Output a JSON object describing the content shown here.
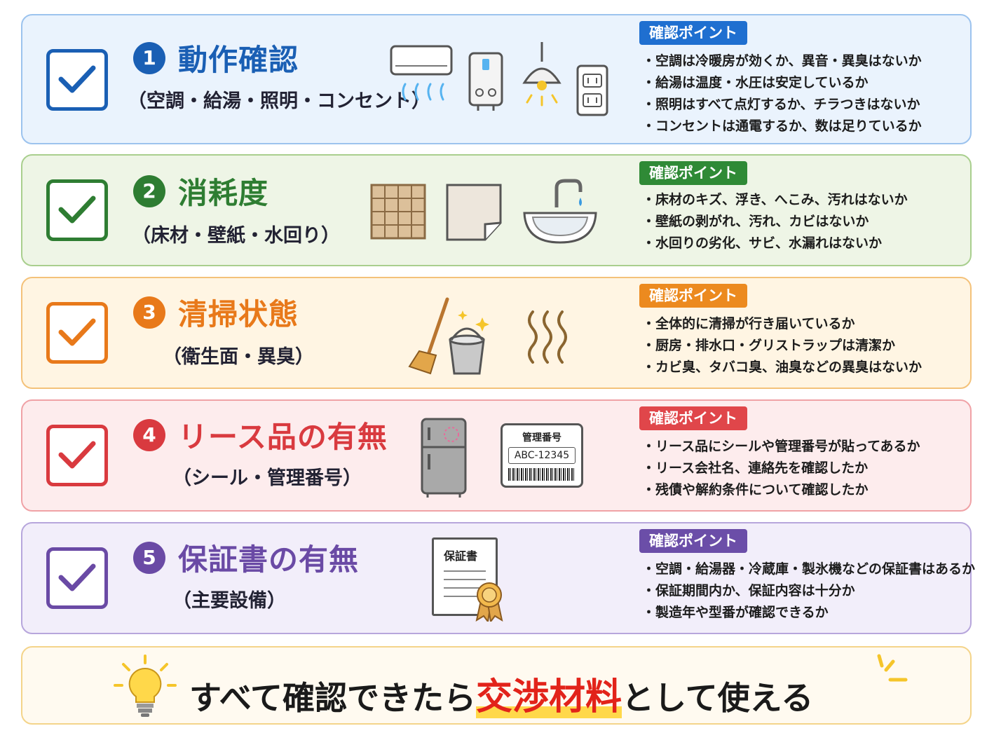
{
  "badge_label": "確認ポイント",
  "sections": [
    {
      "number": "1",
      "title": "動作確認",
      "subtitle": "（空調・給湯・照明・コンセント）",
      "color": "#1a5fb4",
      "badge_color": "#1f6fd0",
      "icons": [
        "air-conditioner-icon",
        "water-heater-icon",
        "ceiling-lamp-icon",
        "outlet-icon"
      ],
      "points": [
        "空調は冷暖房が効くか、異音・異臭はないか",
        "給湯は温度・水圧は安定しているか",
        "照明はすべて点灯するか、チラつきはないか",
        "コンセントは通電するか、数は足りているか"
      ]
    },
    {
      "number": "2",
      "title": "消耗度",
      "subtitle": "（床材・壁紙・水回り）",
      "color": "#2e7d32",
      "badge_color": "#2f8a36",
      "icons": [
        "floor-tile-icon",
        "wallpaper-icon",
        "sink-icon"
      ],
      "points": [
        "床材のキズ、浮き、へこみ、汚れはないか",
        "壁紙の剥がれ、汚れ、カビはないか",
        "水回りの劣化、サビ、水漏れはないか"
      ]
    },
    {
      "number": "3",
      "title": "清掃状態",
      "subtitle": "（衛生面・異臭）",
      "color": "#e8791a",
      "badge_color": "#ec8a1f",
      "icons": [
        "broom-bucket-icon",
        "odor-icon"
      ],
      "points": [
        "全体的に清掃が行き届いているか",
        "厨房・排水口・グリストラップは清潔か",
        "カビ臭、タバコ臭、油臭などの異臭はないか"
      ]
    },
    {
      "number": "4",
      "title": "リース品の有無",
      "subtitle": "（シール・管理番号）",
      "color": "#d93a3f",
      "badge_color": "#e0464a",
      "icons": [
        "refrigerator-icon",
        "label-tag-icon"
      ],
      "label_title": "管理番号",
      "label_code": "ABC-12345",
      "points": [
        "リース品にシールや管理番号が貼ってあるか",
        "リース会社名、連絡先を確認したか",
        "残債や解約条件について確認したか"
      ]
    },
    {
      "number": "5",
      "title": "保証書の有無",
      "subtitle": "（主要設備）",
      "color": "#6a4aa5",
      "badge_color": "#6b4ea8",
      "icons": [
        "warranty-certificate-icon"
      ],
      "cert_title": "保証書",
      "points": [
        "空調・給湯器・冷蔵庫・製氷機などの保証書はあるか",
        "保証期間内か、保証内容は十分か",
        "製造年や型番が確認できるか"
      ]
    }
  ],
  "footer": {
    "icon": "light-bulb-icon",
    "text_before": "すべて確認できたら",
    "highlight": "交渉材料",
    "text_after": "として使える"
  }
}
